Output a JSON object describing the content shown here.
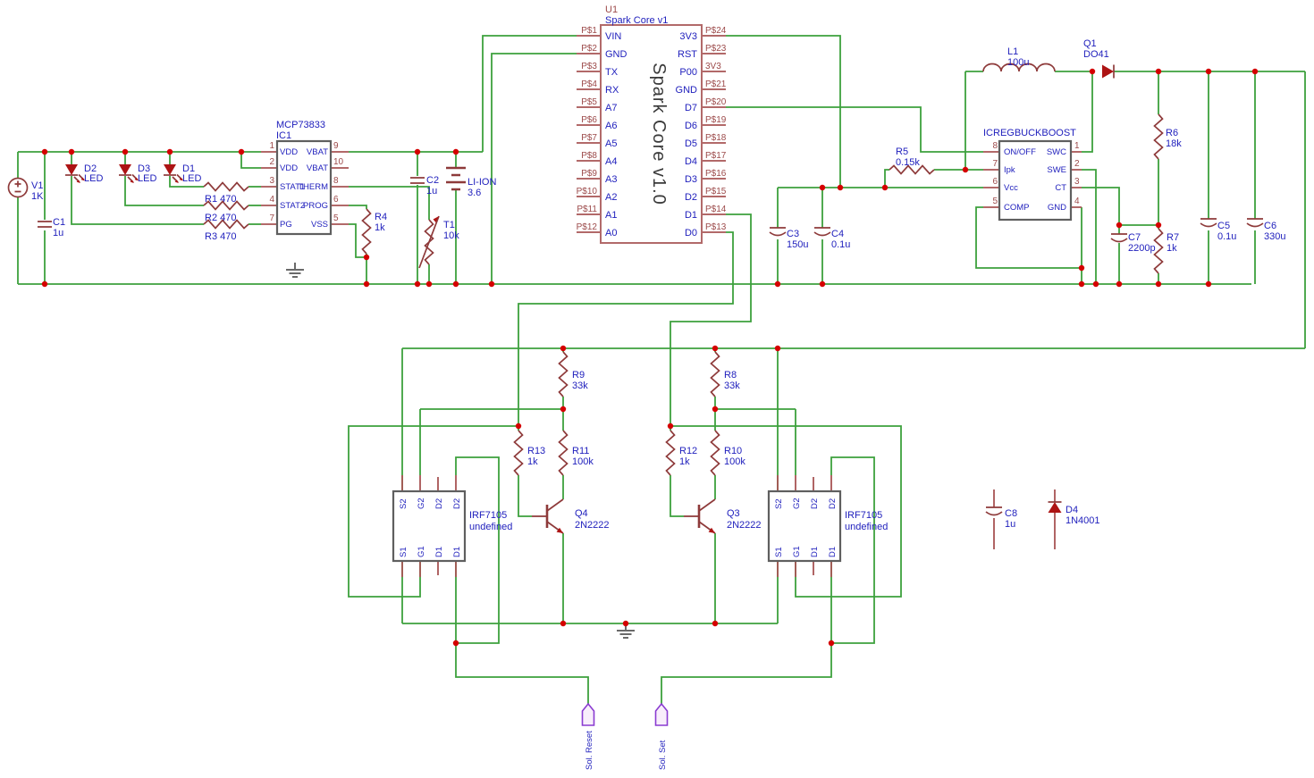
{
  "charger": {
    "v1_ref": "V1",
    "v1_value": "1K",
    "c1_ref": "C1",
    "c1_value": "1u",
    "led1_ref": "D2",
    "led1_value": "LED",
    "led2_ref": "D3",
    "led2_value": "LED",
    "led3_ref": "D1",
    "led3_value": "LED",
    "r1_label": "R1 470",
    "r2_label": "R2 470",
    "r3_label": "R3 470",
    "r4_ref": "R4",
    "r4_value": "1k",
    "t1_ref": "T1",
    "t1_value": "10k",
    "c2_ref": "C2",
    "c2_value": "1u",
    "batt_ref": "LI-ION",
    "batt_value": "3.6",
    "ic1_name": "MCP73833",
    "ic1_ref": "IC1",
    "ic1_left_pins": [
      {
        "num": "1",
        "name": "VDD"
      },
      {
        "num": "2",
        "name": "VDD"
      },
      {
        "num": "3",
        "name": "STAT1"
      },
      {
        "num": "4",
        "name": "STAT2"
      },
      {
        "num": "7",
        "name": "PG"
      }
    ],
    "ic1_right_pins": [
      {
        "num": "9",
        "name": "VBAT"
      },
      {
        "num": "10",
        "name": "VBAT"
      },
      {
        "num": "8",
        "name": "THERM"
      },
      {
        "num": "6",
        "name": "PROG"
      },
      {
        "num": "5",
        "name": "VSS"
      }
    ]
  },
  "mcu": {
    "ref": "U1",
    "value": "Spark Core v1",
    "body": "Spark Core v1.0",
    "left_pins": [
      {
        "num": "P$1",
        "name": "VIN"
      },
      {
        "num": "P$2",
        "name": "GND"
      },
      {
        "num": "P$3",
        "name": "TX"
      },
      {
        "num": "P$4",
        "name": "RX"
      },
      {
        "num": "P$5",
        "name": "A7"
      },
      {
        "num": "P$6",
        "name": "A6"
      },
      {
        "num": "P$7",
        "name": "A5"
      },
      {
        "num": "P$8",
        "name": "A4"
      },
      {
        "num": "P$9",
        "name": "A3"
      },
      {
        "num": "P$10",
        "name": "A2"
      },
      {
        "num": "P$11",
        "name": "A1"
      },
      {
        "num": "P$12",
        "name": "A0"
      }
    ],
    "right_pins": [
      {
        "num": "P$24",
        "name": "3V3"
      },
      {
        "num": "P$23",
        "name": "RST"
      },
      {
        "num": "3V3",
        "name": "P00"
      },
      {
        "num": "P$21",
        "name": "GND"
      },
      {
        "num": "P$20",
        "name": "D7"
      },
      {
        "num": "P$19",
        "name": "D6"
      },
      {
        "num": "P$18",
        "name": "D5"
      },
      {
        "num": "P$17",
        "name": "D4"
      },
      {
        "num": "P$16",
        "name": "D3"
      },
      {
        "num": "P$15",
        "name": "D2"
      },
      {
        "num": "P$14",
        "name": "D1"
      },
      {
        "num": "P$13",
        "name": "D0"
      }
    ]
  },
  "regulator": {
    "name": "ICREGBUCKBOOST",
    "left_pins": [
      {
        "num": "8",
        "name": "ON/OFF"
      },
      {
        "num": "7",
        "name": "Ipk"
      },
      {
        "num": "6",
        "name": "Vcc"
      },
      {
        "num": "5",
        "name": "COMP"
      }
    ],
    "right_pins": [
      {
        "num": "1",
        "name": "SWC"
      },
      {
        "num": "2",
        "name": "SWE"
      },
      {
        "num": "3",
        "name": "CT"
      },
      {
        "num": "4",
        "name": "GND"
      }
    ],
    "l1_ref": "L1",
    "l1_value": "100u",
    "q1_ref": "Q1",
    "q1_value": "DO41",
    "r5_ref": "R5",
    "r5_value": "0.15k",
    "r6_ref": "R6",
    "r6_value": "18k",
    "r7_ref": "R7",
    "r7_value": "1k",
    "c3_ref": "C3",
    "c3_value": "150u",
    "c4_ref": "C4",
    "c4_value": "0.1u",
    "c5_ref": "C5",
    "c5_value": "0.1u",
    "c6_ref": "C6",
    "c6_value": "330u",
    "c7_ref": "C7",
    "c7_value": "2200p"
  },
  "drivers": {
    "r9_ref": "R9",
    "r9_value": "33k",
    "r8_ref": "R8",
    "r8_value": "33k",
    "r13_ref": "R13",
    "r13_value": "1k",
    "r11_ref": "R11",
    "r11_value": "100k",
    "r12_ref": "R12",
    "r12_value": "1k",
    "r10_ref": "R10",
    "r10_value": "100k",
    "q4_ref": "Q4",
    "q4_value": "2N2222",
    "q3_ref": "Q3",
    "q3_value": "2N2222",
    "irf_name": "IRF7105",
    "irf_value": "undefined",
    "irf_top_pins": [
      "S2",
      "G2",
      "D2",
      "D2"
    ],
    "irf_bottom_pins": [
      "S1",
      "G1",
      "D1",
      "D1"
    ],
    "c8_ref": "C8",
    "c8_value": "1u",
    "d4_ref": "D4",
    "d4_value": "1N4001",
    "flag_reset": "Sol. Reset",
    "flag_set": "Sol. Set"
  },
  "colors": {
    "wire": "#3da13d",
    "symbol": "#8e3a3a",
    "junction": "#d40000",
    "label": "#2121bd",
    "pin_text": "#9c4a4a"
  }
}
